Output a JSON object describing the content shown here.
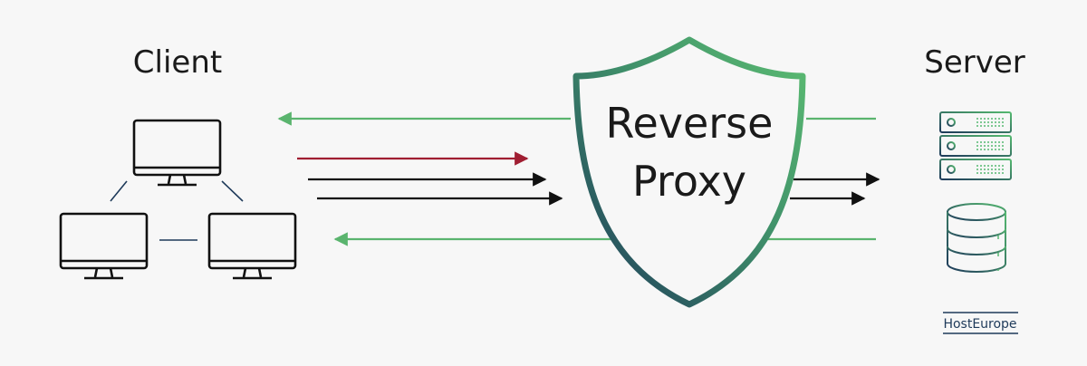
{
  "labels": {
    "client": "Client",
    "server": "Server",
    "proxy_line1": "Reverse",
    "proxy_line2": "Proxy",
    "logo": "HostEurope"
  },
  "colors": {
    "background": "#f7f7f7",
    "text": "#1a1a1a",
    "green": "#5ab46e",
    "red": "#a01e32",
    "black": "#111111",
    "navy": "#1e3a5a",
    "shield_top": "#55b870",
    "shield_bottom": "#1e3a5a"
  },
  "icons": {
    "client_devices": [
      "monitor-icon",
      "monitor-icon",
      "monitor-icon"
    ],
    "server_devices": [
      "server-rack-icon",
      "database-icon"
    ],
    "proxy": "shield-icon"
  }
}
